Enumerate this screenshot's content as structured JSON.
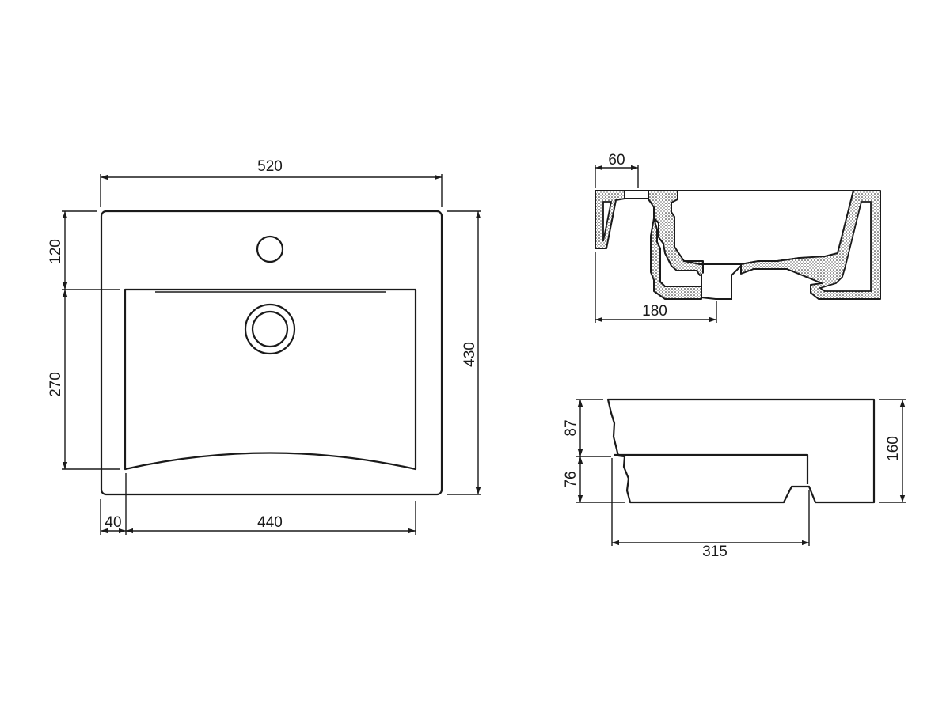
{
  "plan_view": {
    "width_label": "520",
    "height_label": "430",
    "top_margin_label": "120",
    "bowl_depth_label": "270",
    "side_margin_label": "40",
    "bowl_width_label": "440"
  },
  "section_view": {
    "rim_label": "60",
    "waste_offset_label": "180"
  },
  "side_view": {
    "upper_height_label": "87",
    "lower_height_label": "76",
    "total_height_label": "160",
    "depth_label": "315"
  }
}
